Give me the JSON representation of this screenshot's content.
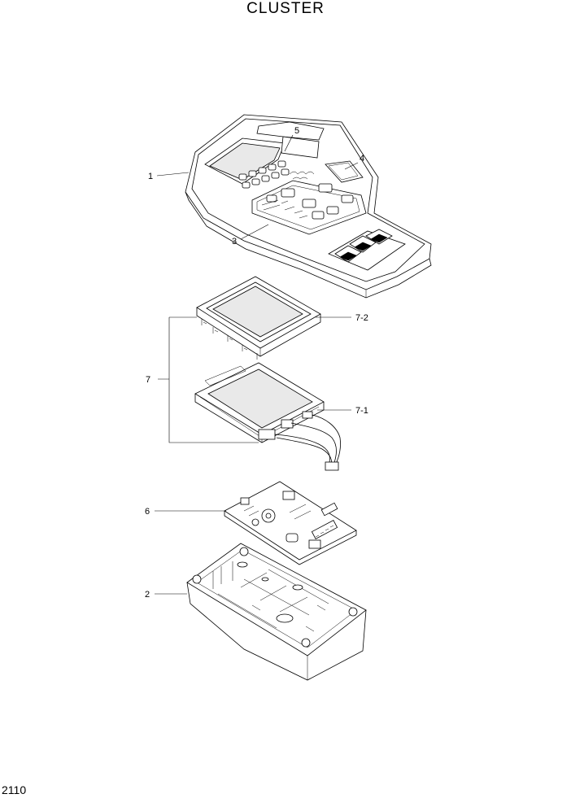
{
  "header": {
    "title": "CLUSTER"
  },
  "footer": {
    "page_number": "2110"
  },
  "callouts": {
    "c1": "1",
    "c2": "2",
    "c3": "3",
    "c4": "4",
    "c5": "5",
    "c6": "6",
    "c7": "7",
    "c7_1": "7-1",
    "c7_2": "7-2"
  }
}
